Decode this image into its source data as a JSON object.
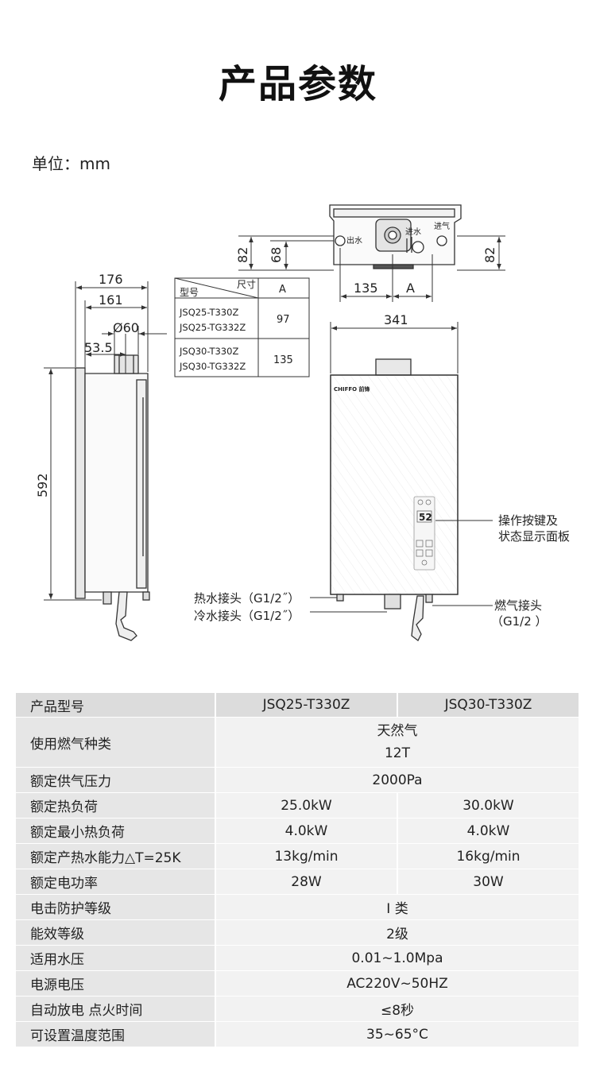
{
  "page": {
    "title": "产品参数",
    "unit": "单位：mm"
  },
  "diagram": {
    "top_view": {
      "dim_left_82": "82",
      "dim_left_68": "68",
      "dim_right_82": "82",
      "dim_135": "135",
      "dim_a": "A",
      "label_out_water": "出水",
      "label_in_water": "进水",
      "label_in_gas": "进气"
    },
    "side_view": {
      "dim_176": "176",
      "dim_161": "161",
      "dim_60": "Ø60",
      "dim_53_5": "53.5",
      "dim_592": "592"
    },
    "front_view": {
      "dim_341": "341",
      "brand": "CHIFFO 前锋",
      "display_digits": "52"
    },
    "model_table": {
      "header_model": "型号",
      "header_size": "尺寸",
      "header_a": "A",
      "rows": [
        {
          "model_1": "JSQ25-T330Z",
          "model_2": "JSQ25-TG332Z",
          "a": "97"
        },
        {
          "model_1": "JSQ30-T330Z",
          "model_2": "JSQ30-TG332Z",
          "a": "135"
        }
      ]
    },
    "callouts": {
      "hot_water": "热水接头（G1/2˝）",
      "cold_water": "冷水接头（G1/2˝）",
      "panel_line1": "操作按键及",
      "panel_line2": "状态显示面板",
      "gas_line1": "燃气接头",
      "gas_line2": "（G1/2 ）"
    }
  },
  "spec_table": {
    "header": {
      "label": "产品型号",
      "model_a": "JSQ25-T330Z",
      "model_b": "JSQ30-T330Z"
    },
    "gas_type": {
      "label": "使用燃气种类",
      "line1": "天然气",
      "line2": "12T"
    },
    "gas_pressure": {
      "label": "额定供气压力",
      "value": "2000Pa"
    },
    "heat_load": {
      "label": "额定热负荷",
      "a": "25.0kW",
      "b": "30.0kW"
    },
    "min_heat_load": {
      "label": "额定最小热负荷",
      "a": "4.0kW",
      "b": "4.0kW"
    },
    "hot_water_capacity": {
      "label": "额定产热水能力△T=25K",
      "a": "13kg/min",
      "b": "16kg/min"
    },
    "power": {
      "label": "额定电功率",
      "a": "28W",
      "b": "30W"
    },
    "shock_protection": {
      "label": "电击防护等级",
      "value": "Ⅰ 类"
    },
    "efficiency": {
      "label": "能效等级",
      "value": "2级"
    },
    "water_pressure": {
      "label": "适用水压",
      "value": "0.01~1.0Mpa"
    },
    "voltage": {
      "label": "电源电压",
      "value": "AC220V~50HZ"
    },
    "ignition_time": {
      "label": "自动放电 点火时间",
      "value": "≤8秒"
    },
    "temp_range": {
      "label": "可设置温度范围",
      "value": "35~65°C"
    }
  }
}
